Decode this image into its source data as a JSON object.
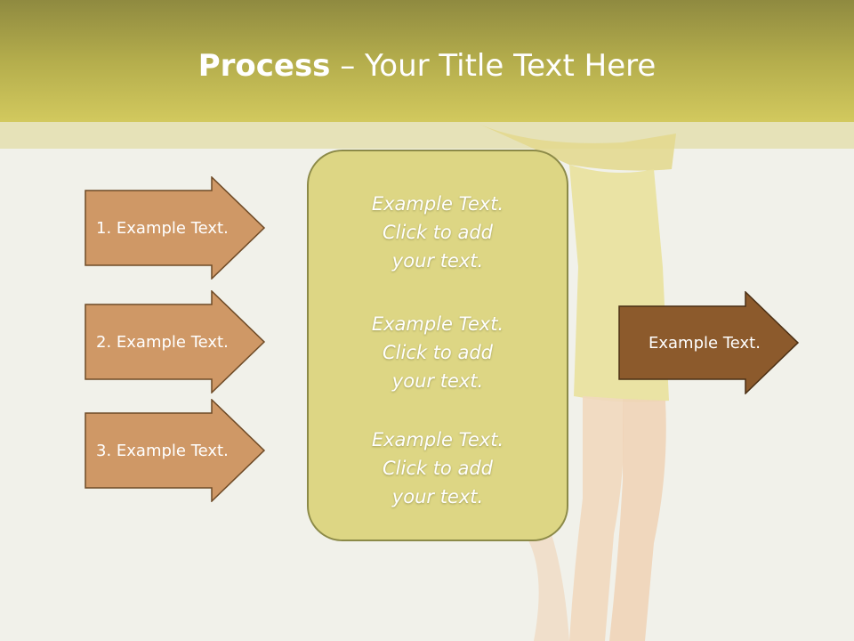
{
  "slide": {
    "title_bold": "Process",
    "title_rest": " – Your Title Text Here"
  },
  "left_arrows": [
    {
      "label": "1. Example Text."
    },
    {
      "label": "2. Example Text."
    },
    {
      "label": "3. Example Text."
    }
  ],
  "center_box": {
    "items": [
      "Example Text.\nClick  to add\nyour text.",
      "Example Text.\nClick  to add\nyour text.",
      "Example Text.\nClick  to add\nyour text."
    ]
  },
  "right_arrow": {
    "label": "Example Text."
  },
  "colors": {
    "header": "#b4ad4c",
    "left_arrow_fill": "#cf9866",
    "right_arrow_fill": "#8c5a2c",
    "box_fill": "#ddd684"
  }
}
